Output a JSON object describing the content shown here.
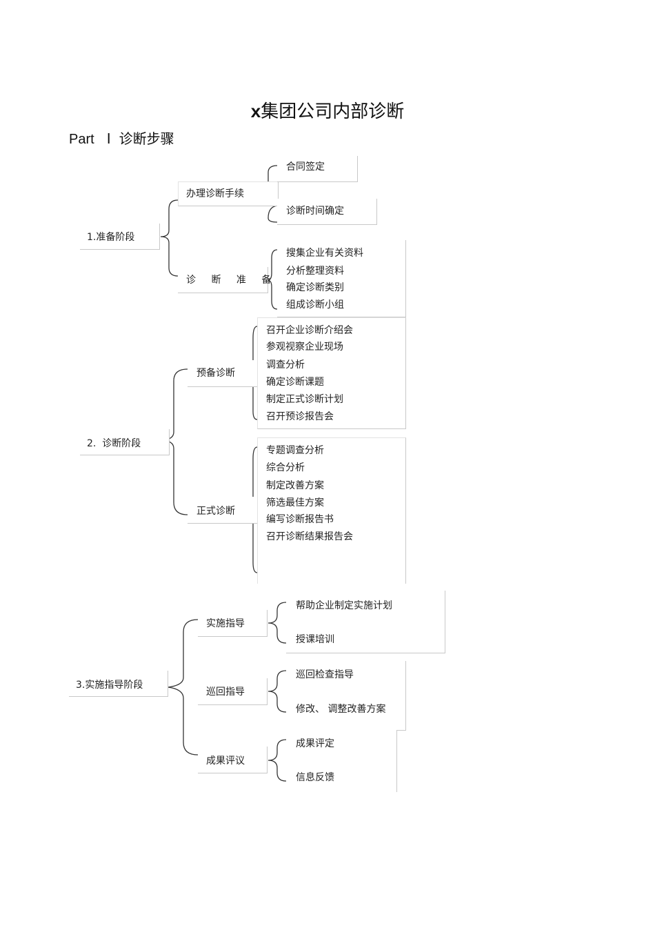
{
  "title": {
    "prefix": "x",
    "text": "集团公司内部诊断"
  },
  "subtitle": {
    "part": "Part",
    "numeral": "Ⅰ",
    "text": "诊断步骤"
  },
  "stages": [
    {
      "label": "1.准备阶段",
      "groups": [
        {
          "label": "办理诊断手续",
          "items": [
            "合同签定",
            "诊断时间确定"
          ]
        },
        {
          "label": "诊 断 准 备",
          "items": [
            "搜集企业有关资料",
            "分析整理资料",
            "确定诊断类别",
            "组成诊断小组"
          ]
        }
      ]
    },
    {
      "label": "2.  诊断阶段",
      "groups": [
        {
          "label": "预备诊断",
          "items": [
            "召开企业诊断介绍会",
            "参观视察企业现场",
            "调查分析",
            "确定诊断课题",
            "制定正式诊断计划",
            "召开预诊报告会"
          ]
        },
        {
          "label": "正式诊断",
          "items": [
            "专题调查分析",
            "综合分析",
            "制定改善方案",
            "筛选最佳方案",
            "编写诊断报告书",
            "召开诊断结果报告会"
          ]
        }
      ]
    },
    {
      "label": "3.实施指导阶段",
      "groups": [
        {
          "label": "实施指导",
          "items": [
            "帮助企业制定实施计划",
            "授课培训"
          ]
        },
        {
          "label": "巡回指导",
          "items": [
            "巡回检查指导",
            "修改、 调整改善方案"
          ]
        },
        {
          "label": "成果评议",
          "items": [
            "成果评定",
            "信息反馈"
          ]
        }
      ]
    }
  ]
}
